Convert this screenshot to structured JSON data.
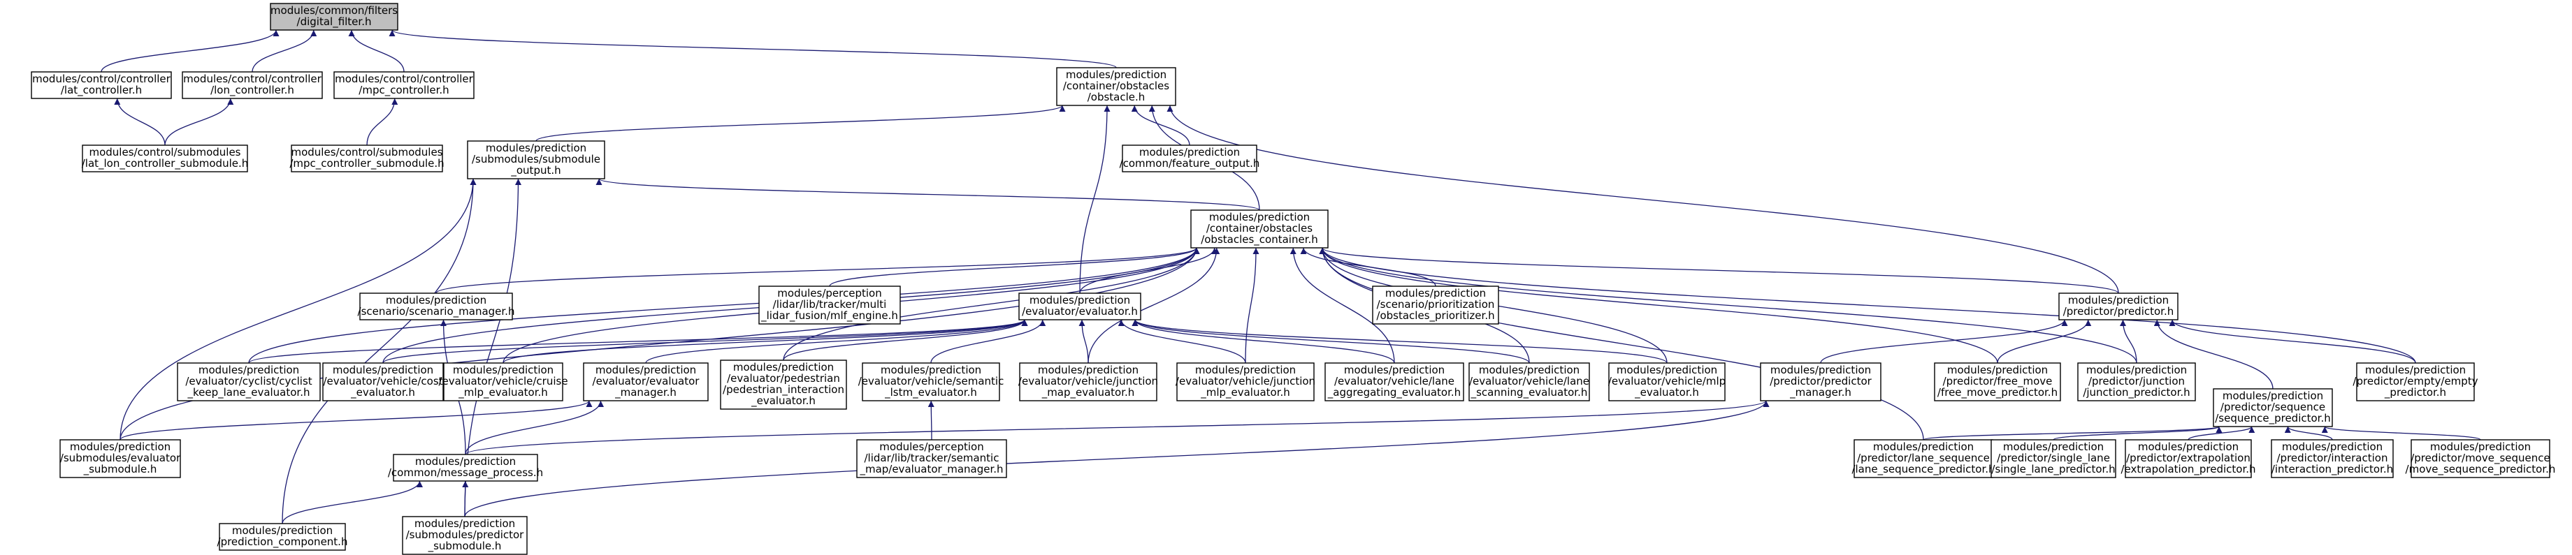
{
  "colors": {
    "edge": "#191970",
    "node_border": "#000000",
    "node_fill": "#ffffff",
    "root_fill": "#bfbfbf"
  },
  "nodes": [
    {
      "id": "digital_filter",
      "lines": [
        "modules/common/filters",
        "/digital_filter.h"
      ],
      "root": true
    },
    {
      "id": "lat_controller",
      "lines": [
        "modules/control/controller",
        "/lat_controller.h"
      ]
    },
    {
      "id": "lon_controller",
      "lines": [
        "modules/control/controller",
        "/lon_controller.h"
      ]
    },
    {
      "id": "mpc_controller",
      "lines": [
        "modules/control/controller",
        "/mpc_controller.h"
      ]
    },
    {
      "id": "obstacle",
      "lines": [
        "modules/prediction",
        "/container/obstacles",
        "/obstacle.h"
      ]
    },
    {
      "id": "lat_lon_sub",
      "lines": [
        "modules/control/submodules",
        "/lat_lon_controller_submodule.h"
      ]
    },
    {
      "id": "mpc_sub",
      "lines": [
        "modules/control/submodules",
        "/mpc_controller_submodule.h"
      ]
    },
    {
      "id": "submodule_output",
      "lines": [
        "modules/prediction",
        "/submodules/submodule",
        "_output.h"
      ]
    },
    {
      "id": "feature_output",
      "lines": [
        "modules/prediction",
        "/common/feature_output.h"
      ]
    },
    {
      "id": "obstacles_container",
      "lines": [
        "modules/prediction",
        "/container/obstacles",
        "/obstacles_container.h"
      ]
    },
    {
      "id": "scenario_manager",
      "lines": [
        "modules/prediction",
        "/scenario/scenario_manager.h"
      ]
    },
    {
      "id": "mlf_engine",
      "lines": [
        "modules/perception",
        "/lidar/lib/tracker/multi",
        "_lidar_fusion/mlf_engine.h"
      ]
    },
    {
      "id": "evaluator",
      "lines": [
        "modules/prediction",
        "/evaluator/evaluator.h"
      ]
    },
    {
      "id": "obstacles_prioritizer",
      "lines": [
        "modules/prediction",
        "/scenario/prioritization",
        "/obstacles_prioritizer.h"
      ]
    },
    {
      "id": "predictor",
      "lines": [
        "modules/prediction",
        "/predictor/predictor.h"
      ]
    },
    {
      "id": "cyclist_keep_lane",
      "lines": [
        "modules/prediction",
        "/evaluator/cyclist/cyclist",
        "_keep_lane_evaluator.h"
      ]
    },
    {
      "id": "cost_evaluator",
      "lines": [
        "modules/prediction",
        "/evaluator/vehicle/cost",
        "_evaluator.h"
      ]
    },
    {
      "id": "cruise_mlp",
      "lines": [
        "modules/prediction",
        "/evaluator/vehicle/cruise",
        "_mlp_evaluator.h"
      ]
    },
    {
      "id": "evaluator_manager",
      "lines": [
        "modules/prediction",
        "/evaluator/evaluator",
        "_manager.h"
      ]
    },
    {
      "id": "pedestrian_interaction",
      "lines": [
        "modules/prediction",
        "/evaluator/pedestrian",
        "/pedestrian_interaction",
        "_evaluator.h"
      ]
    },
    {
      "id": "semantic_lstm",
      "lines": [
        "modules/prediction",
        "/evaluator/vehicle/semantic",
        "_lstm_evaluator.h"
      ]
    },
    {
      "id": "junction_map",
      "lines": [
        "modules/prediction",
        "/evaluator/vehicle/junction",
        "_map_evaluator.h"
      ]
    },
    {
      "id": "junction_mlp",
      "lines": [
        "modules/prediction",
        "/evaluator/vehicle/junction",
        "_mlp_evaluator.h"
      ]
    },
    {
      "id": "lane_aggregating",
      "lines": [
        "modules/prediction",
        "/evaluator/vehicle/lane",
        "_aggregating_evaluator.h"
      ]
    },
    {
      "id": "lane_scanning",
      "lines": [
        "modules/prediction",
        "/evaluator/vehicle/lane",
        "_scanning_evaluator.h"
      ]
    },
    {
      "id": "mlp_evaluator",
      "lines": [
        "modules/prediction",
        "/evaluator/vehicle/mlp",
        "_evaluator.h"
      ]
    },
    {
      "id": "predictor_manager",
      "lines": [
        "modules/prediction",
        "/predictor/predictor",
        "_manager.h"
      ]
    },
    {
      "id": "free_move",
      "lines": [
        "modules/prediction",
        "/predictor/free_move",
        "/free_move_predictor.h"
      ]
    },
    {
      "id": "junction_predictor",
      "lines": [
        "modules/prediction",
        "/predictor/junction",
        "/junction_predictor.h"
      ]
    },
    {
      "id": "sequence_predictor",
      "lines": [
        "modules/prediction",
        "/predictor/sequence",
        "/sequence_predictor.h"
      ]
    },
    {
      "id": "empty_predictor",
      "lines": [
        "modules/prediction",
        "/predictor/empty/empty",
        "_predictor.h"
      ]
    },
    {
      "id": "evaluator_submodule",
      "lines": [
        "modules/prediction",
        "/submodules/evaluator",
        "_submodule.h"
      ]
    },
    {
      "id": "message_process",
      "lines": [
        "modules/prediction",
        "/common/message_process.h"
      ]
    },
    {
      "id": "semantic_map_eval_mgr",
      "lines": [
        "modules/perception",
        "/lidar/lib/tracker/semantic",
        "_map/evaluator_manager.h"
      ]
    },
    {
      "id": "lane_sequence",
      "lines": [
        "modules/prediction",
        "/predictor/lane_sequence",
        "/lane_sequence_predictor.h"
      ]
    },
    {
      "id": "single_lane",
      "lines": [
        "modules/prediction",
        "/predictor/single_lane",
        "/single_lane_predictor.h"
      ]
    },
    {
      "id": "extrapolation",
      "lines": [
        "modules/prediction",
        "/predictor/extrapolation",
        "/extrapolation_predictor.h"
      ]
    },
    {
      "id": "interaction",
      "lines": [
        "modules/prediction",
        "/predictor/interaction",
        "/interaction_predictor.h"
      ]
    },
    {
      "id": "move_sequence",
      "lines": [
        "modules/prediction",
        "/predictor/move_sequence",
        "/move_sequence_predictor.h"
      ]
    },
    {
      "id": "prediction_component",
      "lines": [
        "modules/prediction",
        "/prediction_component.h"
      ]
    },
    {
      "id": "predictor_submodule",
      "lines": [
        "modules/prediction",
        "/submodules/predictor",
        "_submodule.h"
      ]
    }
  ],
  "edges": [
    [
      "lat_controller",
      "digital_filter"
    ],
    [
      "lon_controller",
      "digital_filter"
    ],
    [
      "mpc_controller",
      "digital_filter"
    ],
    [
      "obstacle",
      "digital_filter"
    ],
    [
      "lat_lon_sub",
      "lat_controller"
    ],
    [
      "lat_lon_sub",
      "lon_controller"
    ],
    [
      "mpc_sub",
      "mpc_controller"
    ],
    [
      "submodule_output",
      "obstacle"
    ],
    [
      "feature_output",
      "obstacle"
    ],
    [
      "obstacles_container",
      "obstacle"
    ],
    [
      "evaluator",
      "obstacle"
    ],
    [
      "predictor",
      "obstacle"
    ],
    [
      "obstacles_container",
      "submodule_output"
    ],
    [
      "evaluator_submodule",
      "submodule_output"
    ],
    [
      "prediction_component",
      "submodule_output"
    ],
    [
      "predictor_submodule",
      "submodule_output"
    ],
    [
      "scenario_manager",
      "obstacles_container"
    ],
    [
      "mlf_engine",
      "obstacles_container"
    ],
    [
      "evaluator",
      "obstacles_container"
    ],
    [
      "obstacles_prioritizer",
      "obstacles_container"
    ],
    [
      "predictor",
      "obstacles_container"
    ],
    [
      "cyclist_keep_lane",
      "obstacles_container"
    ],
    [
      "cost_evaluator",
      "obstacles_container"
    ],
    [
      "cruise_mlp",
      "obstacles_container"
    ],
    [
      "pedestrian_interaction",
      "obstacles_container"
    ],
    [
      "junction_map",
      "obstacles_container"
    ],
    [
      "junction_mlp",
      "obstacles_container"
    ],
    [
      "lane_aggregating",
      "obstacles_container"
    ],
    [
      "lane_scanning",
      "obstacles_container"
    ],
    [
      "mlp_evaluator",
      "obstacles_container"
    ],
    [
      "free_move",
      "obstacles_container"
    ],
    [
      "junction_predictor",
      "obstacles_container"
    ],
    [
      "empty_predictor",
      "obstacles_container"
    ],
    [
      "lane_sequence",
      "obstacles_container"
    ],
    [
      "evaluator_submodule",
      "obstacles_container"
    ],
    [
      "message_process",
      "scenario_manager"
    ],
    [
      "cyclist_keep_lane",
      "evaluator"
    ],
    [
      "cost_evaluator",
      "evaluator"
    ],
    [
      "cruise_mlp",
      "evaluator"
    ],
    [
      "evaluator_manager",
      "evaluator"
    ],
    [
      "pedestrian_interaction",
      "evaluator"
    ],
    [
      "semantic_lstm",
      "evaluator"
    ],
    [
      "junction_map",
      "evaluator"
    ],
    [
      "junction_mlp",
      "evaluator"
    ],
    [
      "lane_aggregating",
      "evaluator"
    ],
    [
      "lane_scanning",
      "evaluator"
    ],
    [
      "mlp_evaluator",
      "evaluator"
    ],
    [
      "predictor_manager",
      "predictor"
    ],
    [
      "free_move",
      "predictor"
    ],
    [
      "junction_predictor",
      "predictor"
    ],
    [
      "sequence_predictor",
      "predictor"
    ],
    [
      "empty_predictor",
      "predictor"
    ],
    [
      "evaluator_submodule",
      "evaluator_manager"
    ],
    [
      "message_process",
      "evaluator_manager"
    ],
    [
      "semantic_map_eval_mgr",
      "semantic_lstm"
    ],
    [
      "message_process",
      "predictor_manager"
    ],
    [
      "predictor_submodule",
      "predictor_manager"
    ],
    [
      "lane_sequence",
      "sequence_predictor"
    ],
    [
      "single_lane",
      "sequence_predictor"
    ],
    [
      "extrapolation",
      "sequence_predictor"
    ],
    [
      "interaction",
      "sequence_predictor"
    ],
    [
      "move_sequence",
      "sequence_predictor"
    ],
    [
      "prediction_component",
      "message_process"
    ],
    [
      "predictor_submodule",
      "message_process"
    ]
  ]
}
